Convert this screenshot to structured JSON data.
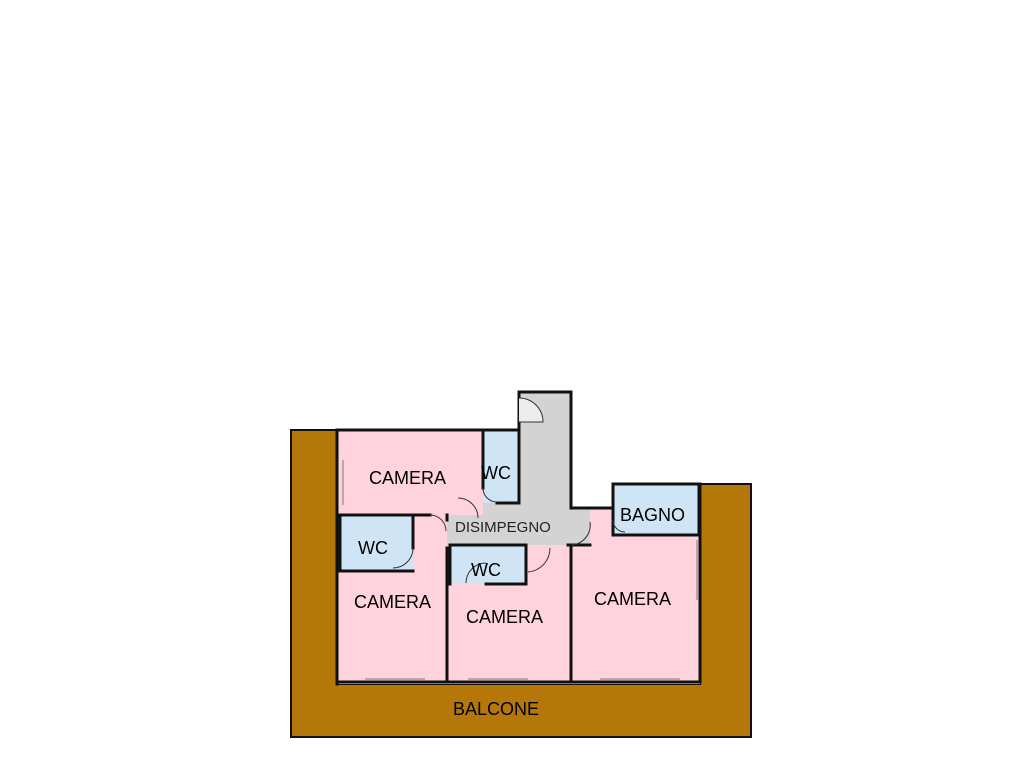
{
  "colors": {
    "balcony": "#b5760a",
    "bedroom": "#ffd3dd",
    "bathroom": "#cfe5f5",
    "corridor": "#d3d3d3",
    "wall": "#111111"
  },
  "rooms": {
    "camera_top_left": "CAMERA",
    "wc_top": "WC",
    "bagno": "BAGNO",
    "wc_left": "WC",
    "disimpegno": "DISIMPEGNO",
    "wc_middle": "WC",
    "camera_bottom_left": "CAMERA",
    "camera_bottom_middle": "CAMERA",
    "camera_right": "CAMERA",
    "balcone": "BALCONE"
  }
}
